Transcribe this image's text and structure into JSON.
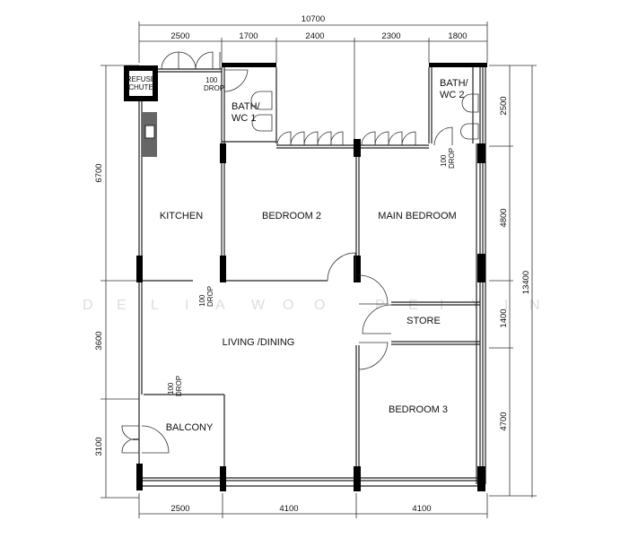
{
  "rooms": {
    "refuse_chute": [
      "REFUSE",
      "CHUTE"
    ],
    "kitchen": "KITCHEN",
    "bath1": [
      "BATH/",
      "WC  1"
    ],
    "bath2": [
      "BATH/",
      "WC  2"
    ],
    "bedroom2": "BEDROOM 2",
    "main_bedroom": "MAIN BEDROOM",
    "living": "LIVING  /DINING",
    "store": "STORE",
    "bedroom3": "BEDROOM 3",
    "balcony": "BALCONY"
  },
  "drop_label": [
    "100",
    "DROP"
  ],
  "dimensions": {
    "top_total": "10700",
    "top": [
      "2500",
      "1700",
      "2400",
      "2300",
      "1800"
    ],
    "bottom": [
      "2500",
      "4100",
      "4100"
    ],
    "left": [
      "6700",
      "3600",
      "3100"
    ],
    "right": [
      "2500",
      "4800",
      "1400",
      "4700"
    ],
    "right_total": "13400"
  },
  "watermark": [
    "D",
    "E",
    "L",
    "I",
    "A",
    "W",
    "O",
    "O",
    "P",
    "E",
    "I",
    "Y",
    "I",
    "N"
  ]
}
